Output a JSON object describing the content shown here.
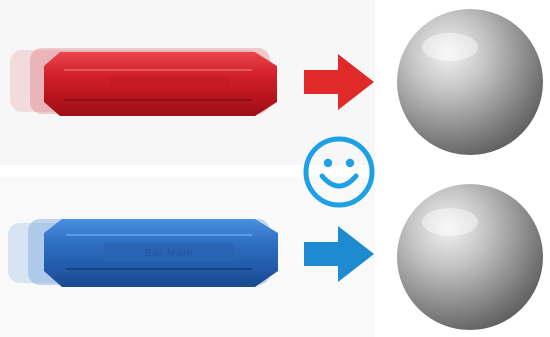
{
  "icons": {
    "red_bar": "hexagonal-red-bar",
    "blue_bar": "hexagonal-blue-bar",
    "arrow_top": "right-arrow-icon",
    "arrow_bottom": "right-arrow-icon",
    "smiley": "smiley-face-icon",
    "sphere_top": "metal-ball",
    "sphere_bottom": "metal-ball"
  },
  "colors": {
    "red": "#d3222b",
    "red_arrow": "#e02a2a",
    "blue": "#2f6fc3",
    "blue_arrow": "#1e8ad0",
    "smiley": "#1da0e6",
    "metal_light": "#d6d6d6",
    "metal_dark": "#7a7a7a"
  },
  "blue_bar": {
    "embossed_text": "Bar Mark"
  }
}
